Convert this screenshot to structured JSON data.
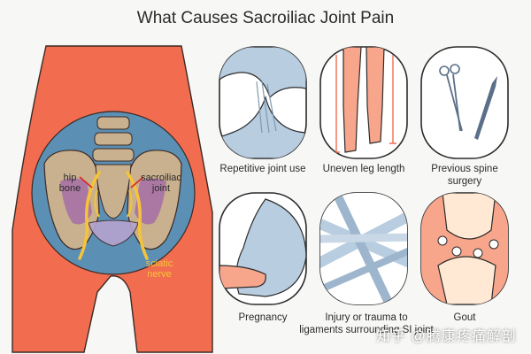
{
  "title": "What Causes Sacroiliac Joint Pain",
  "anatomy": {
    "hip_bone_label": "hip\nbone",
    "si_joint_label": "sacroiliac\njoint",
    "sciatic_label": "sciatic\nnerve"
  },
  "causes": [
    {
      "label": "Repetitive joint use",
      "icon": "joint-icon"
    },
    {
      "label": "Uneven leg length",
      "icon": "legs-icon"
    },
    {
      "label": "Previous spine\nsurgery",
      "icon": "surgical-tools-icon"
    },
    {
      "label": "Pregnancy",
      "icon": "pregnancy-icon"
    },
    {
      "label": "Injury or trauma to\nligaments surrounding SI joint",
      "icon": "ligaments-icon"
    },
    {
      "label": "Gout",
      "icon": "gout-joint-icon"
    }
  ],
  "watermark": "知乎 @腾康疼痛解剖",
  "colors": {
    "body": "#f26d4f",
    "circle_blue": "#5b8fb4",
    "bone": "#c9b08e",
    "pelvis_highlight": "#a66fa7",
    "nerve": "#f5c43a",
    "pointer": "#d52a2a",
    "icon_blue": "#b8cde0",
    "skin": "#f7a68c"
  }
}
